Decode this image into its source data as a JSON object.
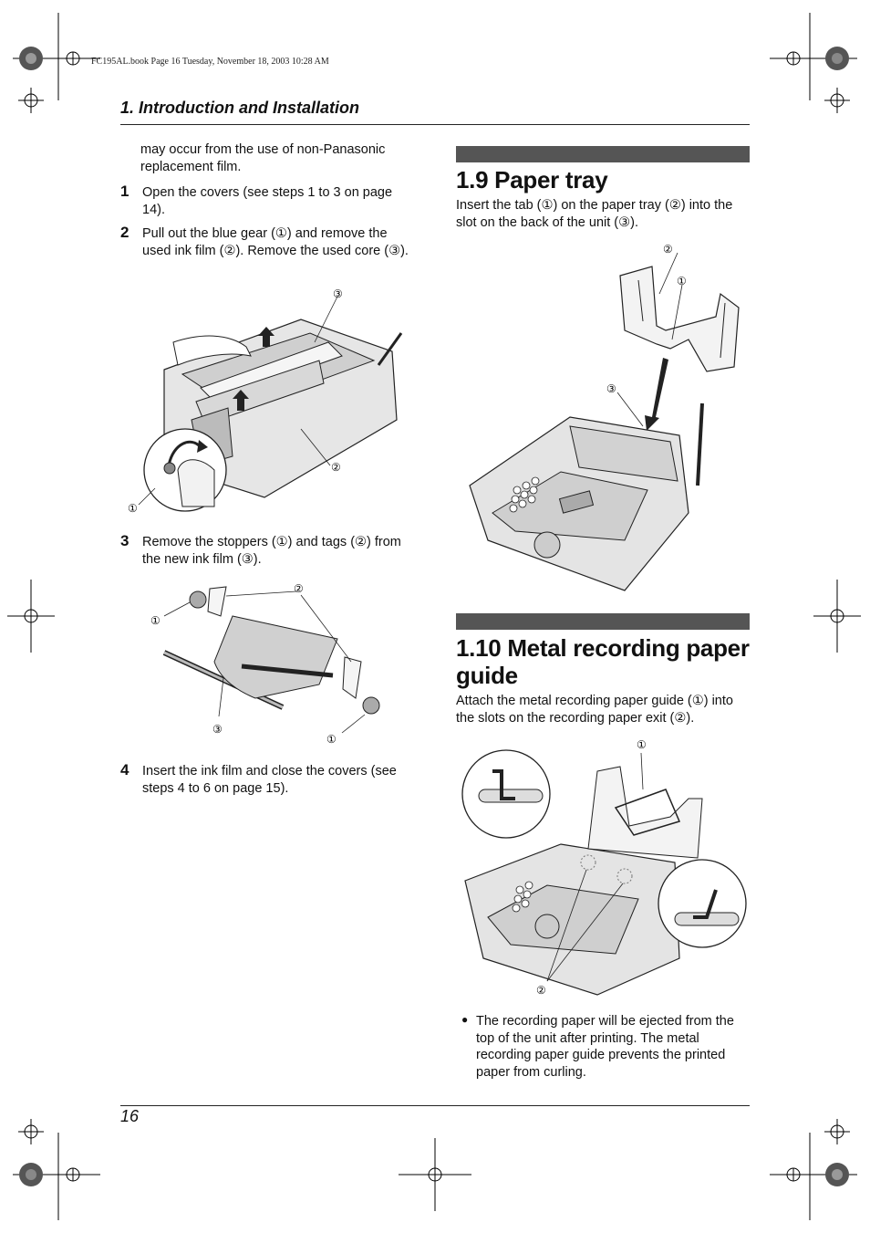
{
  "file_header": "FC195AL.book  Page 16  Tuesday, November 18, 2003  10:28 AM",
  "running_head": "1. Introduction and Installation",
  "left_column": {
    "intro_text": "may occur from the use of non-Panasonic replacement film.",
    "steps": [
      {
        "number": "1",
        "text": "Open the covers (see steps 1 to 3 on page 14)."
      },
      {
        "number": "2",
        "text": "Pull out the blue gear (①) and remove the used ink film (②). Remove the used core (③)."
      },
      {
        "number": "3",
        "text": "Remove the stoppers (①) and tags (②) from the new ink film (③)."
      },
      {
        "number": "4",
        "text": "Insert the ink film and close the covers (see steps 4 to 6 on page 15)."
      }
    ],
    "fig1_callouts": [
      "③",
      "②",
      "①"
    ],
    "fig2_callouts": [
      "②",
      "①",
      "③",
      "①"
    ]
  },
  "section_paper_tray": {
    "title": "1.9 Paper tray",
    "text": "Insert the tab (①) on the paper tray (②) into the slot on the back of the unit (③).",
    "callouts": [
      "②",
      "①",
      "③"
    ]
  },
  "section_metal_guide": {
    "title": "1.10 Metal recording paper guide",
    "text": "Attach the metal recording paper guide (①) into the slots on the recording paper exit (②).",
    "callouts": [
      "①",
      "②"
    ],
    "bullet": "The recording paper will be ejected from the top of the unit after printing. The metal recording paper guide prevents the printed paper from curling."
  },
  "page_number": "16"
}
